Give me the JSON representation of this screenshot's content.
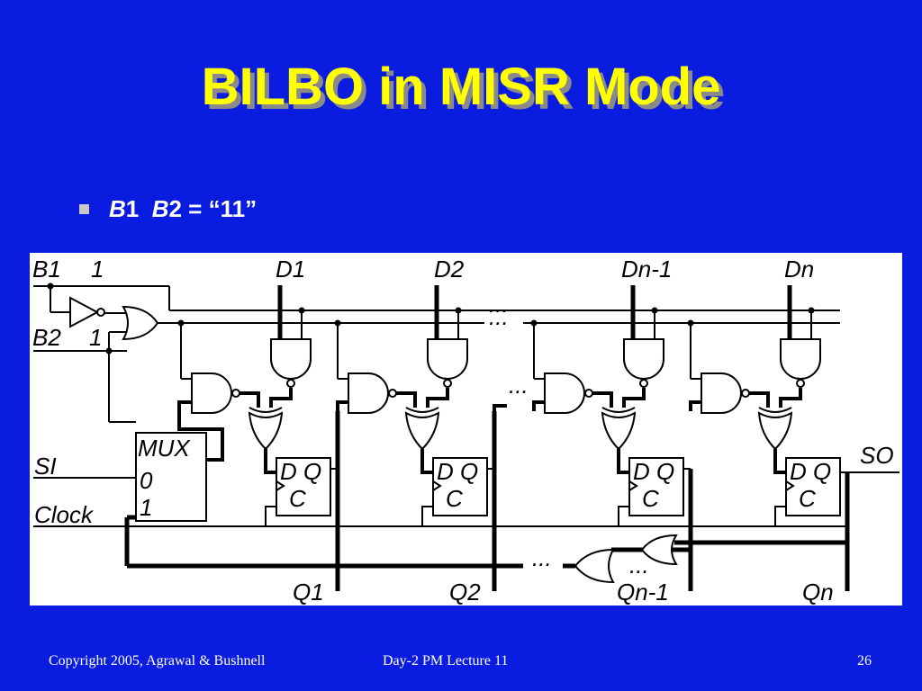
{
  "slide": {
    "title": "BILBO in MISR Mode",
    "bullet": {
      "b1": "B",
      "n1": "1",
      "b2": "B",
      "n2": "2",
      "rest": " = “11”"
    }
  },
  "diagram": {
    "labels": {
      "b1": "B1",
      "b1_val": "1",
      "b2": "B2",
      "b2_val": "1",
      "si": "SI",
      "clock": "Clock",
      "so": "SO",
      "mux": "MUX",
      "mux0": "0",
      "mux1": "1",
      "d1": "D1",
      "d2": "D2",
      "dn1": "Dn-1",
      "dn": "Dn",
      "q1": "Q1",
      "q2": "Q2",
      "qn1": "Qn-1",
      "qn": "Qn",
      "ff_dq": "D Q",
      "ff_c": "C",
      "ellipsis": "..."
    }
  },
  "footer": {
    "copyright": "Copyright 2005, Agrawal & Bushnell",
    "lecture": "Day-2 PM Lecture 11",
    "page": "26"
  }
}
